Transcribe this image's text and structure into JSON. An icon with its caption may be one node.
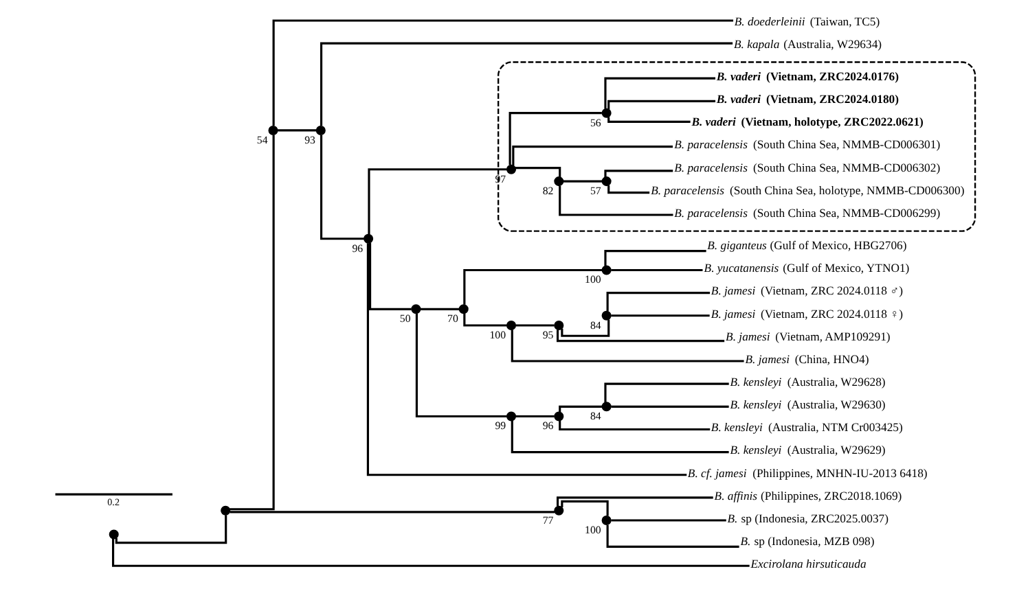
{
  "diagram": {
    "nodes": [
      {
        "text": [
          "*B. doederleinii* (Taiwan, TC5)"
        ]
      },
      {
        "text": [
          "*B. giganteus* (Gulf of Mexico, HBG2706)"
        ]
      },
      {
        "text": [
          "*B. yucatanensis* (Gulf of Mexico, YTNO1)"
        ]
      },
      {
        "text": [
          "*B. jamesi* (Vietnam, ZRC 2024.0118 ♂)"
        ]
      },
      {
        "text": [
          "*B. jamesi* (Vietnam, ZRC 2024.0118 ♀)"
        ]
      },
      {
        "text": [
          "*B. jamesi* (Vietnam, AMP109291)"
        ]
      },
      {
        "text": [
          "*B. jamesi* (China, HNO4)"
        ]
      },
      {
        "text": [
          "*B. kensleyi* (Australia, W29628)"
        ]
      },
      {
        "text": [
          "*B. kensleyi* (Australia, W29630)"
        ]
      },
      {
        "text": [
          "*B. kensleyi* (Australia, NTM Cr003425)"
        ]
      },
      {
        "text": [
          "*B. kensleyi* (Australia, W29629)"
        ]
      },
      {
        "text": [
          "*B. cf. jamesi* (Philippines, MNHN-IU-2013 6418)"
        ]
      },
      {
        "text": [],
        "shape": "box"
      },
      {
        "text": [
          "*B. paracelensis* (South China Sea, NMMB-CD006299)"
        ],
        "in": 12
      },
      {
        "text": [
          "*B. paracelensis* (South China Sea, holotype, NMMB-CD006300)"
        ],
        "in": 12
      },
      {
        "text": [
          "*B. paracelensis* (South China Sea, NMMB-CD006302)"
        ],
        "in": 12
      },
      {
        "text": [
          "*B. paracelensis* (South China Sea, NMMB-CD006301)"
        ],
        "in": 12
      },
      {
        "text": [
          "***B. vaderi* (Vietnam, holotype, ZRC2022.0621)**"
        ],
        "in": 12
      },
      {
        "text": [
          "***B. vaderi* (Vietnam, ZRC2024.0180)**"
        ],
        "in": 12
      },
      {
        "text": [
          "***B. vaderi* (Vietnam, ZRC2024.0176)**"
        ],
        "in": 12
      },
      {
        "text": [
          "*B. kapala* (Australia, W29634)"
        ]
      },
      {
        "text": [
          "*B. affinis* (Philippines, ZRC2018.1069)"
        ]
      },
      {
        "text": [
          "*B.* sp (Indonesia, ZRC2025.0037)"
        ]
      },
      {
        "text": [
          "*B.* sp (Indonesia, MZB 098)"
        ]
      },
      {
        "text": [
          "*Excirolana hirsuticauda*"
        ]
      },
      {
        "text": [],
        "shape": "point"
      },
      {
        "text": [],
        "shape": "point"
      },
      {
        "text": [],
        "shape": "point",
        "beside": [
          "54"
        ]
      },
      {
        "text": [],
        "shape": "point",
        "beside": [
          "93"
        ]
      },
      {
        "text": [],
        "shape": "point",
        "beside": [
          "96"
        ]
      },
      {
        "text": [],
        "shape": "point",
        "beside": [
          "50"
        ]
      },
      {
        "text": [],
        "shape": "point",
        "beside": [
          "70"
        ]
      },
      {
        "text": [],
        "shape": "point",
        "beside": [
          "100"
        ]
      },
      {
        "text": [],
        "shape": "point",
        "beside": [
          "100"
        ]
      },
      {
        "text": [],
        "shape": "point",
        "beside": [
          "95"
        ]
      },
      {
        "text": [],
        "shape": "point",
        "beside": [
          "84"
        ]
      },
      {
        "text": [],
        "shape": "point",
        "beside": [
          "99"
        ]
      },
      {
        "text": [],
        "shape": "point",
        "beside": [
          "96"
        ]
      },
      {
        "text": [],
        "shape": "point",
        "beside": [
          "84"
        ]
      },
      {
        "text": [],
        "shape": "point",
        "beside": [
          "97"
        ],
        "in": 12
      },
      {
        "text": [],
        "shape": "point",
        "beside": [
          "82"
        ],
        "in": 12
      },
      {
        "text": [],
        "shape": "point",
        "beside": [
          "57"
        ],
        "in": 12
      },
      {
        "text": [],
        "shape": "point",
        "beside": [
          "56"
        ],
        "in": 12
      },
      {
        "text": [],
        "shape": "point",
        "beside": [
          "77"
        ]
      },
      {
        "text": [],
        "shape": "point",
        "beside": [
          "100"
        ]
      }
    ],
    "edges": [
      {
        "from": 25,
        "to": 26,
        "arrow": "none"
      },
      {
        "from": 25,
        "to": 24,
        "arrow": "none"
      },
      {
        "from": 26,
        "to": 27,
        "arrow": "none"
      },
      {
        "from": 26,
        "to": 43,
        "arrow": "none"
      },
      {
        "from": 27,
        "to": 0,
        "arrow": "none"
      },
      {
        "from": 27,
        "to": 28,
        "arrow": "none"
      },
      {
        "from": 28,
        "to": 29,
        "arrow": "none"
      },
      {
        "from": 28,
        "to": 20,
        "arrow": "none"
      },
      {
        "from": 29,
        "to": 30,
        "arrow": "none"
      },
      {
        "from": 29,
        "to": 11,
        "arrow": "none"
      },
      {
        "from": 29,
        "to": 39,
        "arrow": "none"
      },
      {
        "from": 30,
        "to": 31,
        "arrow": "none"
      },
      {
        "from": 30,
        "to": 36,
        "arrow": "none"
      },
      {
        "from": 31,
        "to": 32,
        "arrow": "none"
      },
      {
        "from": 31,
        "to": 33,
        "arrow": "none"
      },
      {
        "from": 32,
        "to": 1,
        "arrow": "none"
      },
      {
        "from": 32,
        "to": 2,
        "arrow": "none"
      },
      {
        "from": 33,
        "to": 34,
        "arrow": "none"
      },
      {
        "from": 33,
        "to": 6,
        "arrow": "none"
      },
      {
        "from": 34,
        "to": 35,
        "arrow": "none"
      },
      {
        "from": 34,
        "to": 5,
        "arrow": "none"
      },
      {
        "from": 35,
        "to": 3,
        "arrow": "none"
      },
      {
        "from": 35,
        "to": 4,
        "arrow": "none"
      },
      {
        "from": 36,
        "to": 37,
        "arrow": "none"
      },
      {
        "from": 36,
        "to": 10,
        "arrow": "none"
      },
      {
        "from": 37,
        "to": 9,
        "arrow": "none"
      },
      {
        "from": 37,
        "to": 38,
        "arrow": "none"
      },
      {
        "from": 38,
        "to": 7,
        "arrow": "none"
      },
      {
        "from": 38,
        "to": 8,
        "arrow": "none"
      },
      {
        "from": 39,
        "to": 40,
        "arrow": "none"
      },
      {
        "from": 39,
        "to": 16,
        "arrow": "none"
      },
      {
        "from": 39,
        "to": 42,
        "arrow": "none"
      },
      {
        "from": 40,
        "to": 13,
        "arrow": "none"
      },
      {
        "from": 40,
        "to": 41,
        "arrow": "none"
      },
      {
        "from": 41,
        "to": 14,
        "arrow": "none"
      },
      {
        "from": 41,
        "to": 15,
        "arrow": "none"
      },
      {
        "from": 42,
        "to": 17,
        "arrow": "none"
      },
      {
        "from": 42,
        "to": 18,
        "arrow": "none"
      },
      {
        "from": 42,
        "to": 19,
        "arrow": "none"
      },
      {
        "from": 43,
        "to": 21,
        "arrow": "none"
      },
      {
        "from": 43,
        "to": 44,
        "arrow": "none"
      },
      {
        "from": 44,
        "to": 22,
        "arrow": "none"
      },
      {
        "from": 44,
        "to": 23,
        "arrow": "none"
      }
    ],
    "labels": [
      "0.2"
    ]
  }
}
